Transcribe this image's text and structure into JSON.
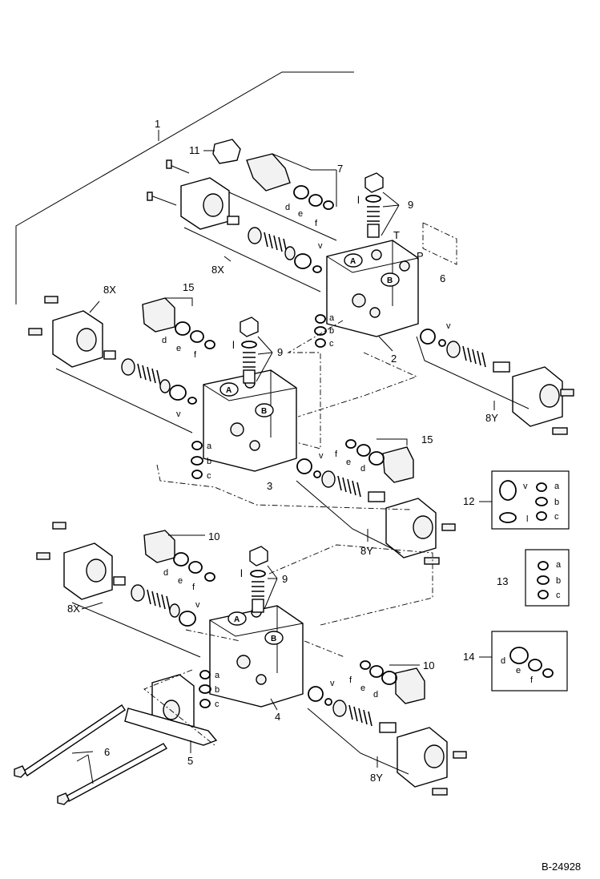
{
  "diagram": {
    "reference": "B-24928",
    "callouts": {
      "c1": "1",
      "c2": "2",
      "c3": "3",
      "c4": "4",
      "c5": "5",
      "c6": "6",
      "c7": "7",
      "c9a": "9",
      "c9b": "9",
      "c9c": "9",
      "c10a": "10",
      "c10b": "10",
      "c11": "11",
      "c12": "12",
      "c13": "13",
      "c14": "14",
      "c15a": "15",
      "c15b": "15",
      "c8x1": "8X",
      "c8x2": "8X",
      "c8x3": "8X",
      "c8y1": "8Y",
      "c8y2": "8Y",
      "c8y3": "8Y"
    },
    "ports": {
      "A": "A",
      "B": "B",
      "T": "T",
      "P": "P"
    },
    "seal_letters": {
      "a": "a",
      "b": "b",
      "c": "c",
      "d": "d",
      "e": "e",
      "f": "f",
      "v": "v",
      "l": "l"
    }
  }
}
